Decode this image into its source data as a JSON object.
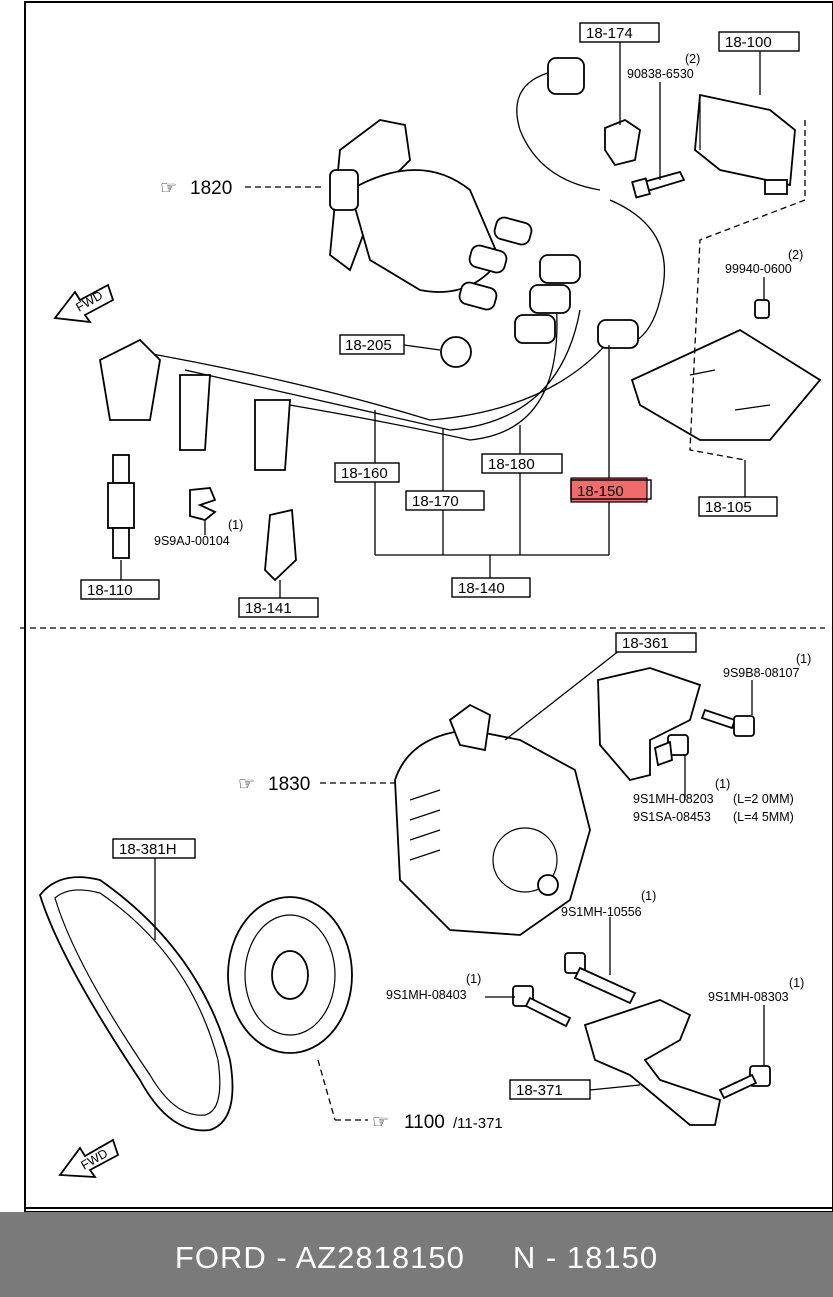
{
  "labels": {
    "p18_174": "18-174",
    "p18_100": "18-100",
    "qty_90838": "(2)",
    "b_90838": "90838-6530",
    "ref_1820": "1820",
    "qty_99940": "(2)",
    "b_99940": "99940-0600",
    "p18_205": "18-205",
    "p18_160": "18-160",
    "p18_180": "18-180",
    "p18_150": "18-150",
    "p18_170": "18-170",
    "p18_105": "18-105",
    "qty_9s9aj": "(1)",
    "b_9s9aj": "9S9AJ-00104",
    "p18_110": "18-110",
    "p18_141": "18-141",
    "p18_140": "18-140",
    "p18_361": "18-361",
    "qty_9s9b8": "(1)",
    "b_9s9b8": "9S9B8-08107",
    "ref_1830": "1830",
    "qty_9s1mh08203": "(1)",
    "b_9s1mh08203": "9S1MH-08203",
    "len_08203": "(L=2 0MM)",
    "b_9s1sa08453": "9S1SA-08453",
    "len_08453": "(L=4 5MM)",
    "p18_381h": "18-381H",
    "qty_9s1mh10556": "(1)",
    "b_9s1mh10556": "9S1MH-10556",
    "qty_9s1mh08403": "(1)",
    "b_9s1mh08403": "9S1MH-08403",
    "qty_9s1mh08303": "(1)",
    "b_9s1mh08303": "9S1MH-08303",
    "p18_371": "18-371",
    "ref_1100": "1100",
    "ref_1100_sub": "/11-371",
    "fwd": "FWD"
  },
  "highlight_color": "#f26b6b",
  "footer": {
    "text": "FORD - AZ2818150     N - 18150",
    "background": "#7a7a7a"
  }
}
